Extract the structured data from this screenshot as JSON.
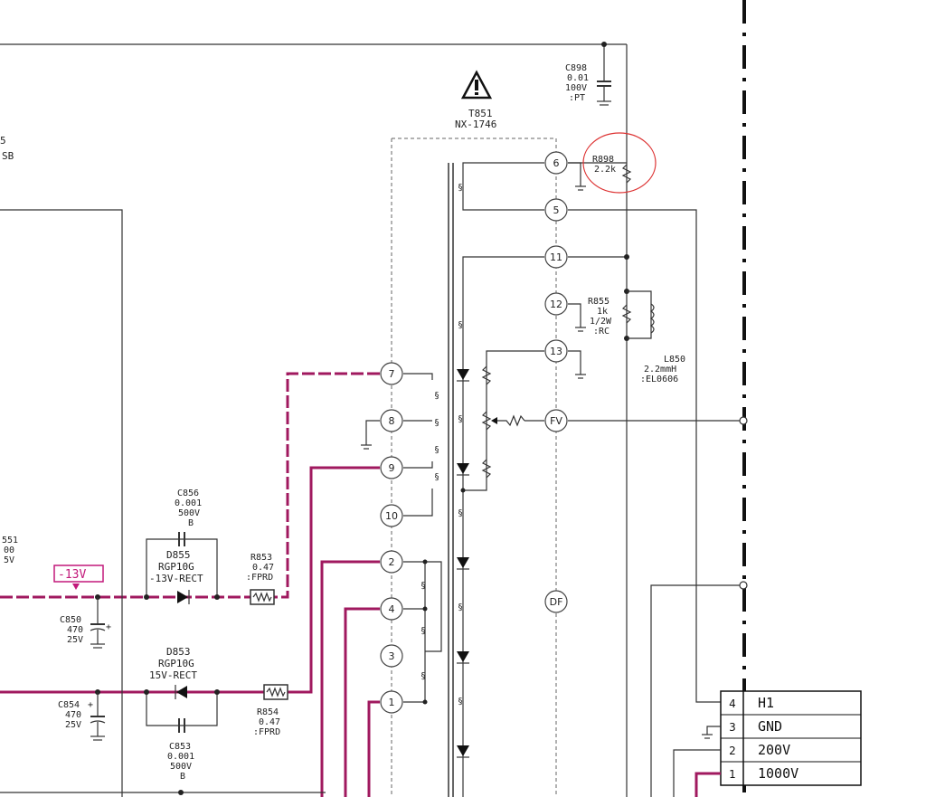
{
  "components": {
    "c898": {
      "ref": "C898",
      "l1": "0.01",
      "l2": "100V",
      "l3": ":PT"
    },
    "t851": {
      "ref": "T851",
      "part": "NX-1746"
    },
    "r898": {
      "ref": "R898",
      "value": "2.2k"
    },
    "r855": {
      "ref": "R855",
      "l1": "1k",
      "l2": "1/2W",
      "l3": ":RC"
    },
    "l850": {
      "ref": "L850",
      "l1": "2.2mmH",
      "l2": ":EL0606"
    },
    "c856": {
      "ref": "C856",
      "l1": "0.001",
      "l2": "500V",
      "l3": "B"
    },
    "d855": {
      "ref": "D855",
      "part": "RGP10G",
      "desc": "-13V-RECT"
    },
    "r853": {
      "ref": "R853",
      "l1": "0.47",
      "l2": ":FPRD"
    },
    "c850": {
      "ref": "C850",
      "l1": "470",
      "l2": "25V"
    },
    "d853": {
      "ref": "D853",
      "part": "RGP10G",
      "desc": "15V-RECT"
    },
    "r854": {
      "ref": "R854",
      "l1": "0.47",
      "l2": ":FPRD"
    },
    "c854": {
      "ref": "C854",
      "l1": "470",
      "l2": "25V"
    },
    "c853": {
      "ref": "C853",
      "l1": "0.001",
      "l2": "500V",
      "l3": "B"
    }
  },
  "voltage_tag": "-13V",
  "partial_labels": {
    "a": "5",
    "b": "SB",
    "c": "551",
    "d": "00",
    "e": "5V"
  },
  "transformer_pins": [
    "6",
    "5",
    "11",
    "12",
    "13",
    "FV",
    "7",
    "8",
    "9",
    "10",
    "2",
    "4",
    "3",
    "1",
    "DF"
  ],
  "connector": {
    "rows": [
      {
        "no": "4",
        "label": "H1"
      },
      {
        "no": "3",
        "label": "GND"
      },
      {
        "no": "2",
        "label": "200V"
      },
      {
        "no": "1",
        "label": "1000V"
      }
    ]
  },
  "colors": {
    "accent": "#c2187a",
    "wire": "#a0195f",
    "ink": "#333333"
  }
}
